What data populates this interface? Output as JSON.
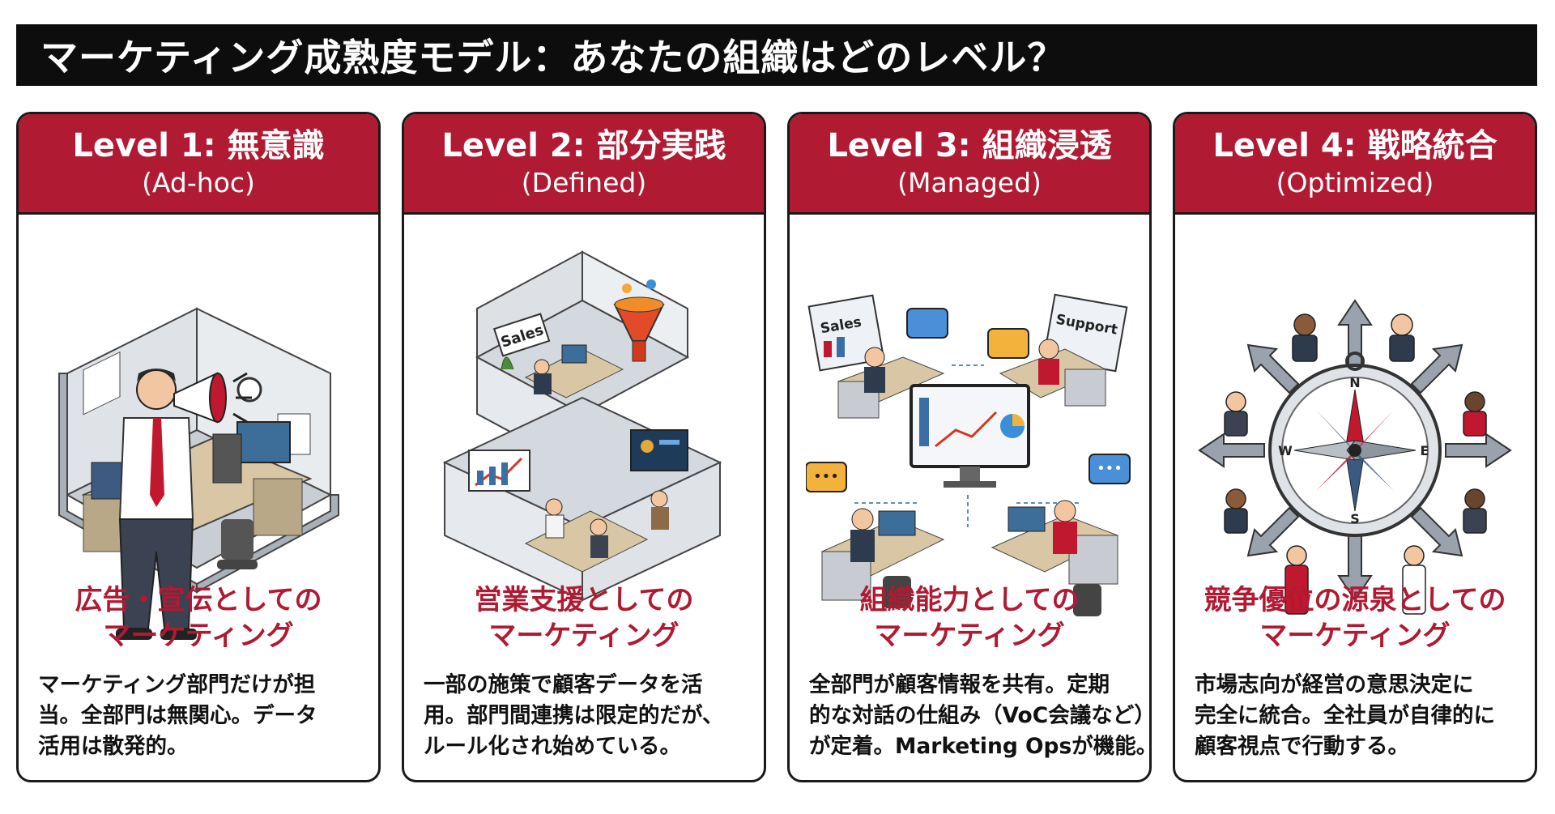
{
  "title": "マーケティング成熟度モデル：あなたの組織はどのレベル？",
  "colors": {
    "accent": "#b01a33",
    "title_bg": "#0d0d0d"
  },
  "cards": [
    {
      "level": "Level 1: 無意識",
      "sub": "(Ad-hoc)",
      "illustration": "person-with-megaphone-office",
      "heading": [
        "広告・宣伝としての",
        "マーケティング"
      ],
      "desc": [
        "マーケティング部門だけが担",
        "当。全部門は無関心。データ",
        "活用は散発的。"
      ]
    },
    {
      "level": "Level 2: 部分実践",
      "sub": "(Defined)",
      "illustration": "two-floor-office-sales-funnel",
      "labels": {
        "room": "Sales"
      },
      "heading": [
        "営業支援としての",
        "マーケティング"
      ],
      "desc": [
        "一部の施策で顧客データを活",
        "用。部門間連携は限定的だが、",
        "ルール化され始めている。"
      ]
    },
    {
      "level": "Level 3: 組織浸透",
      "sub": "(Managed)",
      "illustration": "connected-teams-dashboard",
      "labels": {
        "left": "Sales",
        "right": "Support"
      },
      "heading": [
        "組織能力としての",
        "マーケティング"
      ],
      "desc": [
        "全部門が顧客情報を共有。定期",
        "的な対話の仕組み（VoC会議など）",
        "が定着。Marketing Opsが機能。"
      ]
    },
    {
      "level": "Level 4: 戦略統合",
      "sub": "(Optimized)",
      "illustration": "compass-with-people",
      "labels": {
        "n": "N",
        "s": "S",
        "e": "E",
        "w": "W"
      },
      "heading": [
        "競争優位の源泉としての",
        "マーケティング"
      ],
      "desc": [
        "市場志向が経営の意思決定に",
        "完全に統合。全社員が自律的に",
        "顧客視点で行動する。"
      ]
    }
  ]
}
